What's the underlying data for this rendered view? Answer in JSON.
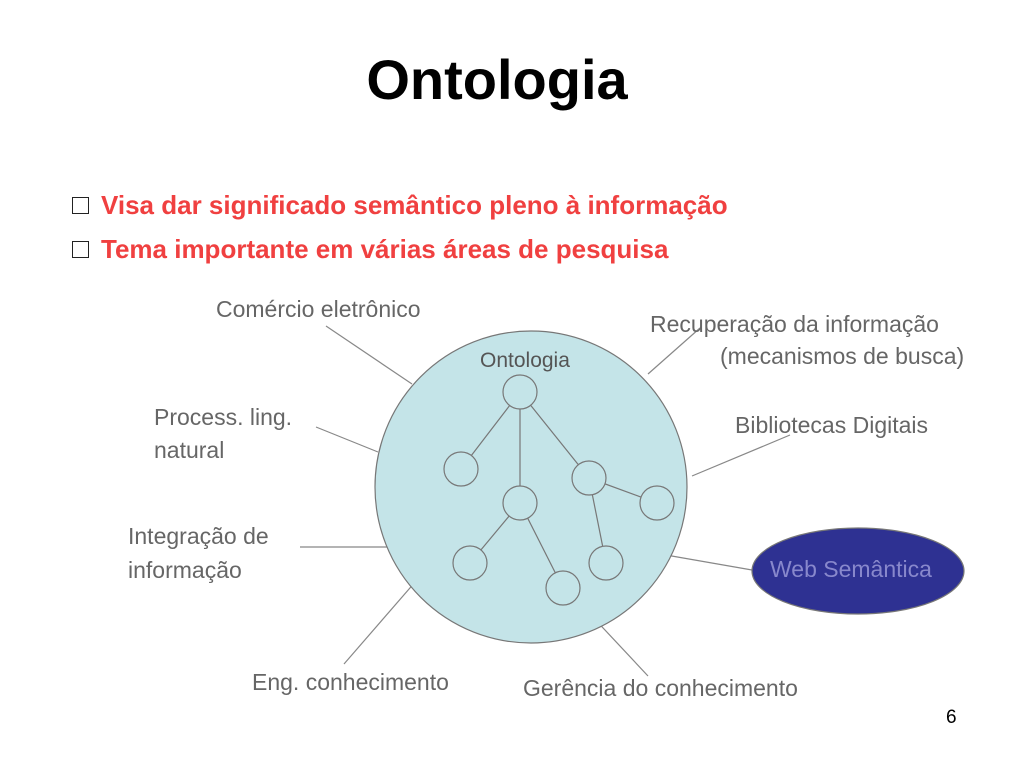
{
  "title": "Ontologia",
  "bullets": [
    "Visa dar significado semântico pleno à informação",
    "Tema importante em várias áreas de pesquisa"
  ],
  "diagram": {
    "center_label": "Ontologia",
    "areas": {
      "comercio": "Comércio eletrônico",
      "recuperacao_line1": "Recuperação da informação",
      "recuperacao_line2": "(mecanismos de busca)",
      "process_line1": "Process. ling.",
      "process_line2": "natural",
      "bibliotecas": "Bibliotecas Digitais",
      "integracao_line1": "Integração de",
      "integracao_line2": "informação",
      "web_semantica": "Web Semântica",
      "eng_conhecimento": "Eng. conhecimento",
      "gerencia": "Gerência do conhecimento"
    }
  },
  "colors": {
    "bullet_text": "#f04040",
    "circle_fill": "#c4e4e8",
    "web_semantica_fill": "#2e3192",
    "label_gray": "#666666"
  },
  "page_number": "6"
}
